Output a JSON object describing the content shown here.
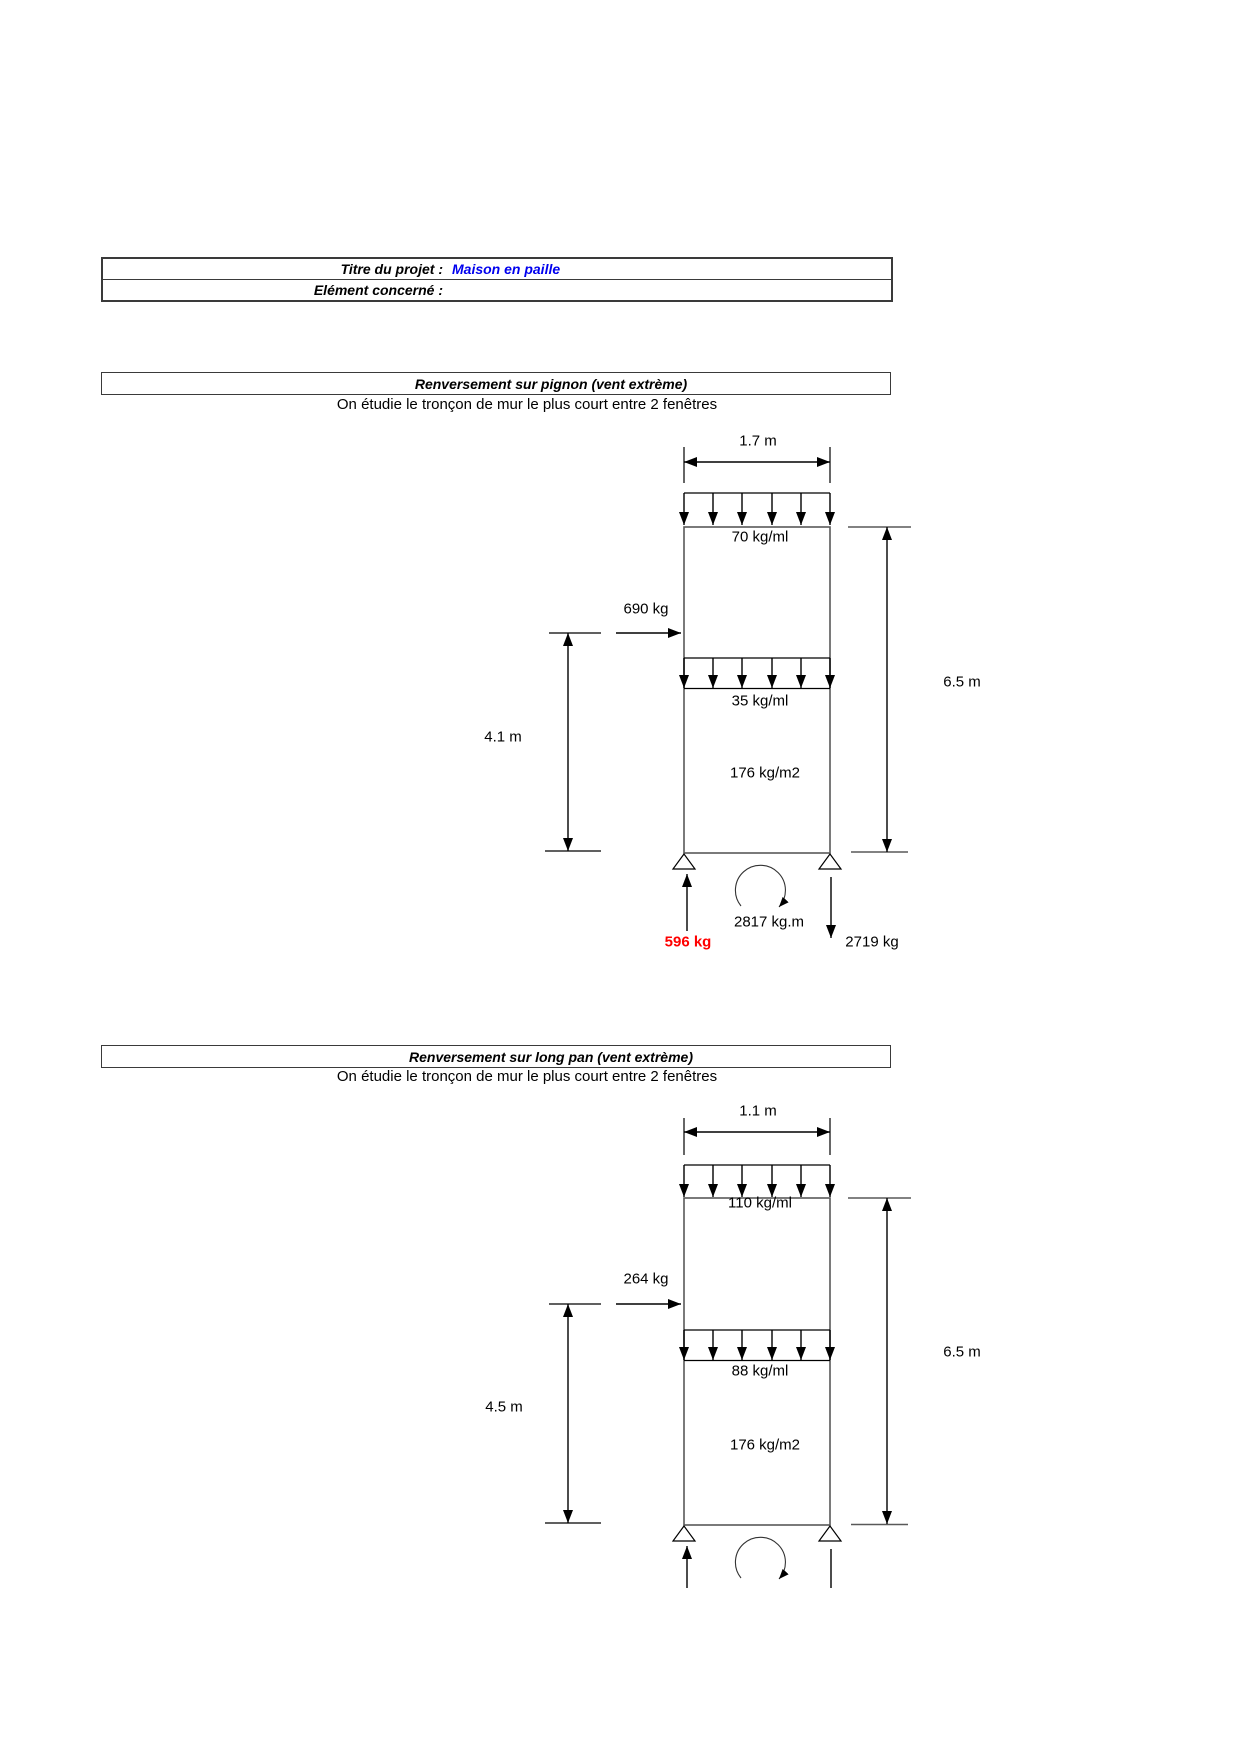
{
  "colors": {
    "accent_blue": "#0000ee",
    "accent_red": "#ff0000",
    "line": "#000000",
    "wall": "#595959"
  },
  "project_table": {
    "title_label": "Titre du projet :",
    "title_value": "Maison en paille",
    "element_label": "Elément concerné :",
    "element_value": ""
  },
  "section1": {
    "header": "Renversement sur pignon (vent extrème)",
    "subtitle": "On étudie le tronçon de mur le plus court entre 2 fenêtres",
    "diagram": {
      "top_width": "1.7 m",
      "top_load": "70 kg/ml",
      "lateral_force": "690 kg",
      "mid_load": "35 kg/ml",
      "area_load": "176 kg/m2",
      "left_height": "4.1 m",
      "right_height": "6.5 m",
      "moment": "2817 kg.m",
      "uplift_reaction": "596 kg",
      "down_reaction": "2719 kg"
    }
  },
  "section2": {
    "header": "Renversement sur long pan (vent extrème)",
    "subtitle": "On étudie le tronçon de mur le plus court entre 2 fenêtres",
    "diagram": {
      "top_width": "1.1 m",
      "top_load": "110 kg/ml",
      "lateral_force": "264 kg",
      "mid_load": "88 kg/ml",
      "area_load": "176 kg/m2",
      "left_height": "4.5 m",
      "right_height": "6.5 m"
    }
  }
}
